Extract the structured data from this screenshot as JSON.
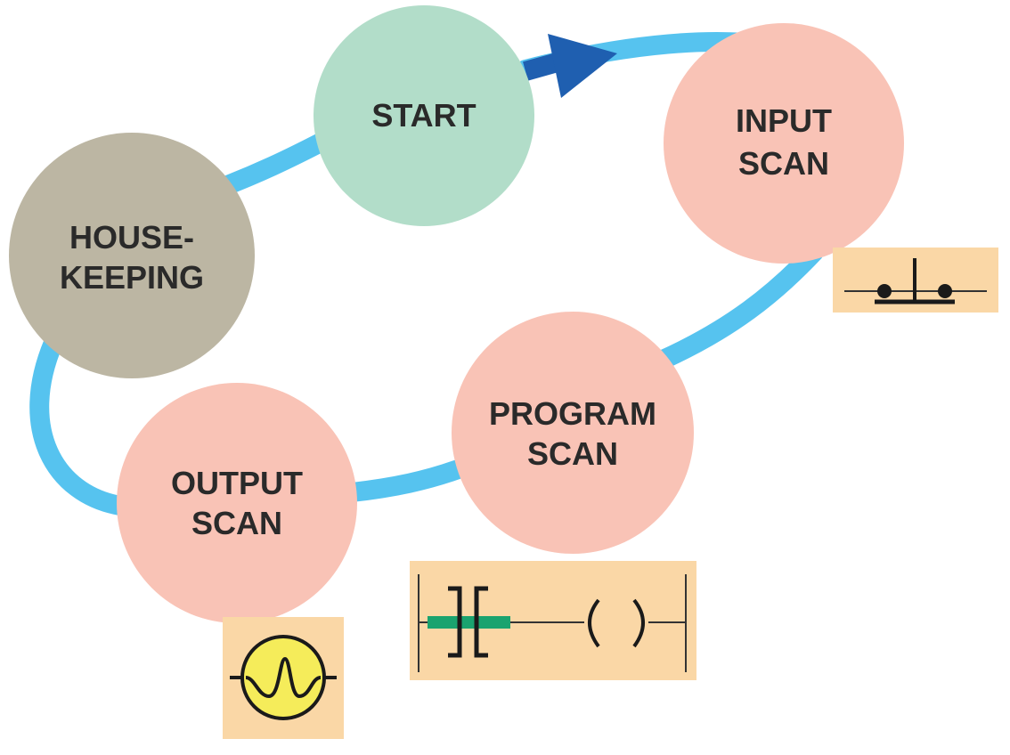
{
  "diagram": {
    "nodes": {
      "start": {
        "line1": "START",
        "color": "#b2ddc9"
      },
      "input": {
        "line1": "INPUT",
        "line2": "SCAN",
        "color": "#f9c3b6"
      },
      "program": {
        "line1": "PROGRAM",
        "line2": "SCAN",
        "color": "#f9c3b6"
      },
      "output": {
        "line1": "OUTPUT",
        "line2": "SCAN",
        "color": "#f9c3b6"
      },
      "housekeeping": {
        "line1": "HOUSE-",
        "line2": "KEEPING",
        "color": "#bcb6a3"
      }
    },
    "loop_color": "#56c3ef",
    "arrow_color": "#1f5fb0",
    "symbol_panel_color": "#fad7a6",
    "symbols": {
      "input": "pushbutton-icon",
      "program": "ladder-rung-icon",
      "output": "lamp-icon"
    }
  }
}
